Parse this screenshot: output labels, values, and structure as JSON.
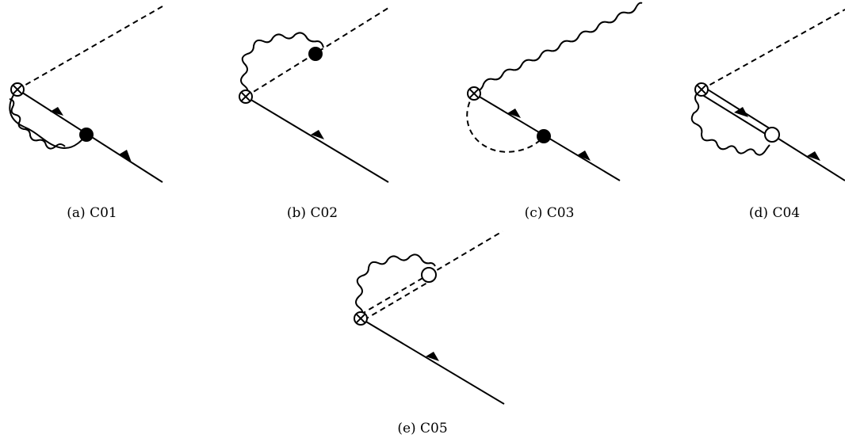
{
  "figure": {
    "panels": [
      {
        "id": "a",
        "caption": "(a) C01"
      },
      {
        "id": "b",
        "caption": "(b) C02"
      },
      {
        "id": "c",
        "caption": "(c) C03"
      },
      {
        "id": "d",
        "caption": "(d) C04"
      },
      {
        "id": "e",
        "caption": "(e) C05"
      }
    ]
  }
}
